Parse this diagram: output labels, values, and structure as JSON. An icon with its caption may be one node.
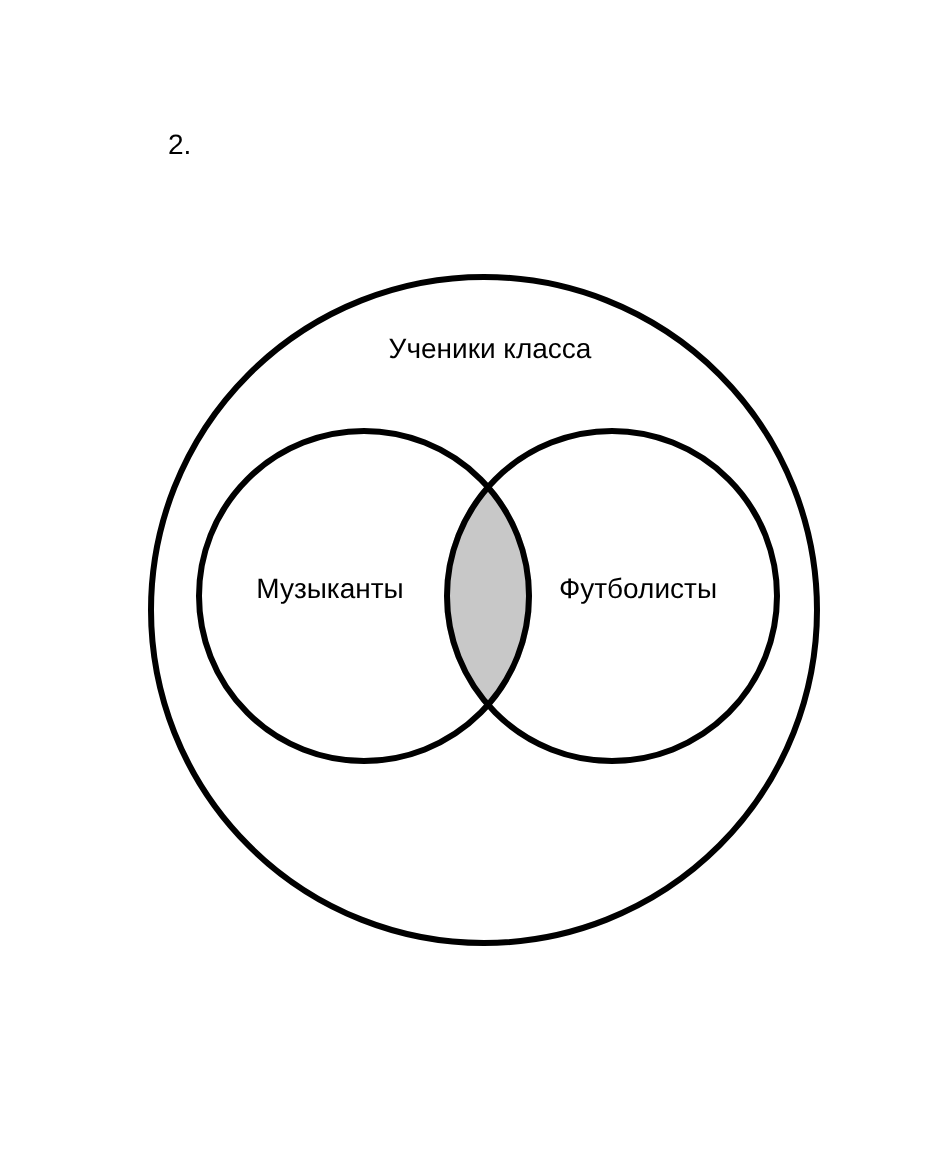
{
  "diagram": {
    "nodes": [
      {
        "text": [
          "Ученики класса"
        ]
      },
      {
        "text": [
          "Музыканты"
        ],
        "in": 0
      },
      {
        "text": [
          "Футболисты"
        ],
        "in": 0
      },
      {
        "text": [],
        "shape": "lens"
      }
    ],
    "labels": [
      "2."
    ]
  }
}
